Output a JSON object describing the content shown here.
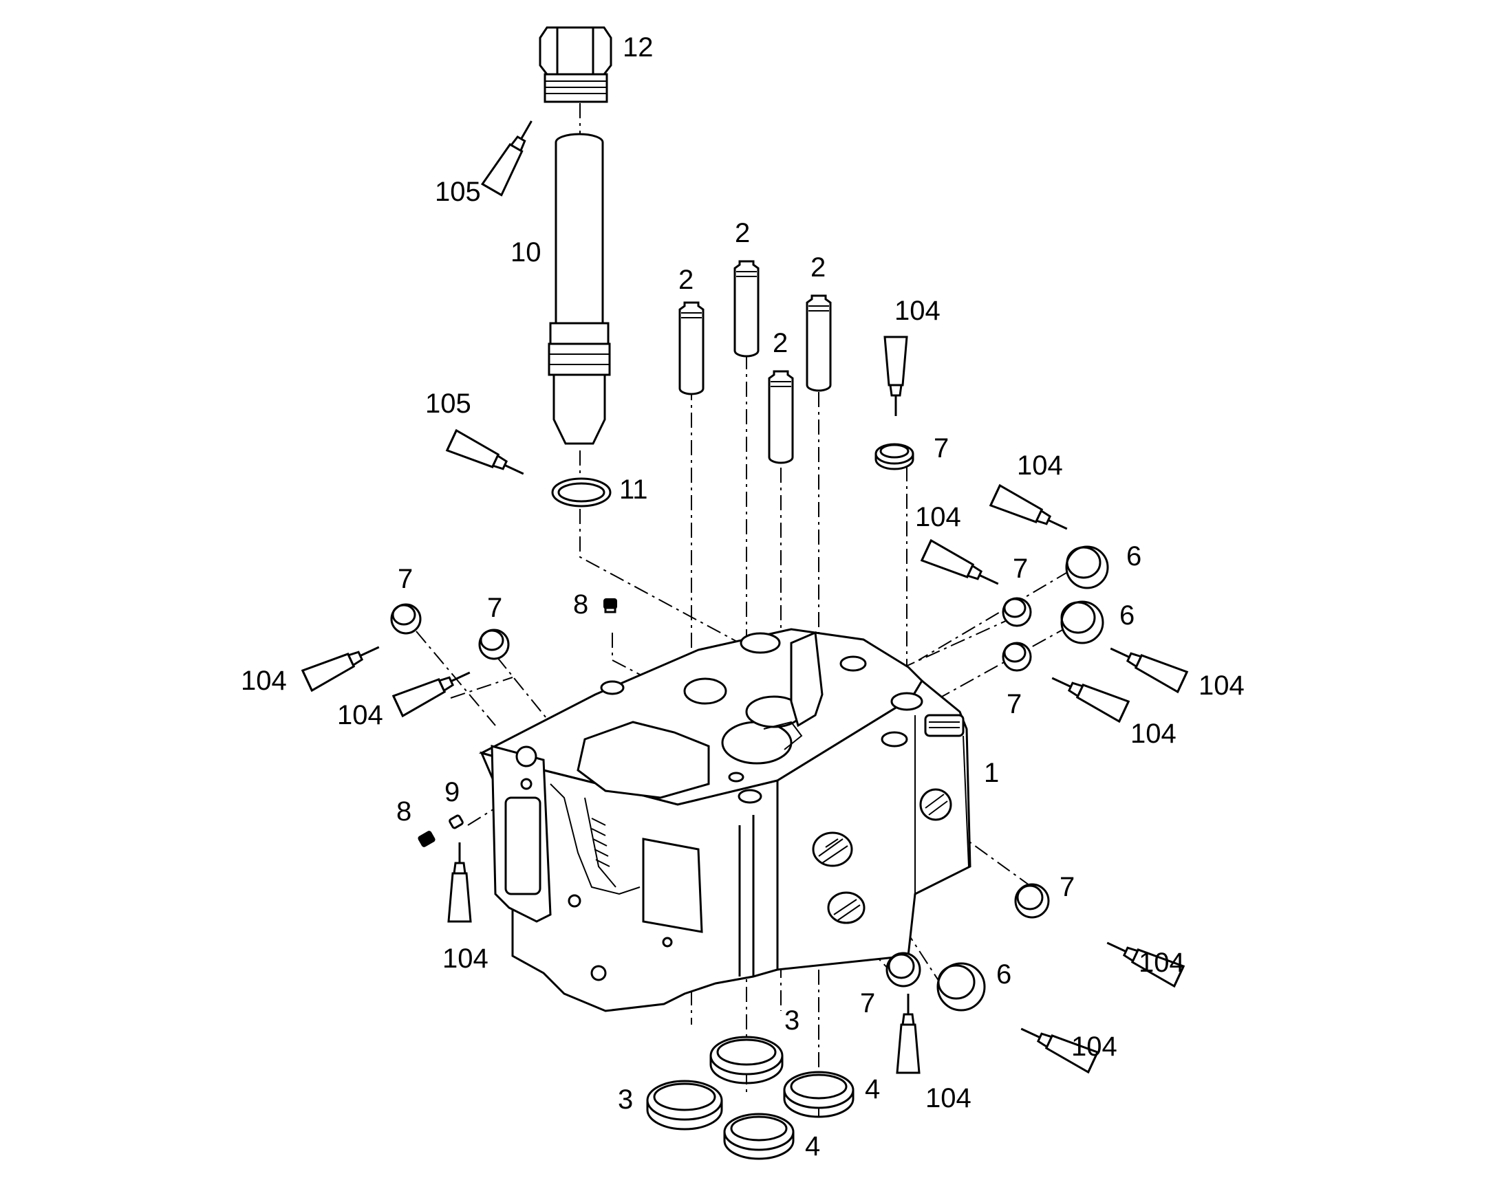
{
  "callouts": {
    "c12": "12",
    "c105a": "105",
    "c10": "10",
    "c105b": "105",
    "c11": "11",
    "c2a": "2",
    "c2b": "2",
    "c2c": "2",
    "c2d": "2",
    "c104a": "104",
    "c7a": "7",
    "c104b": "104",
    "c104c": "104",
    "c7b": "7",
    "c6a": "6",
    "c6b": "6",
    "c104d": "104",
    "c7c": "7",
    "c104e": "104",
    "c7d": "7",
    "c7e": "7",
    "c104f": "104",
    "c104g": "104",
    "c8a": "8",
    "c1": "1",
    "c8b": "8",
    "c9": "9",
    "c104h": "104",
    "c7f": "7",
    "c104i": "104",
    "c3a": "3",
    "c7g": "7",
    "c6c": "6",
    "c104j": "104",
    "c4a": "4",
    "c104k": "104",
    "c3b": "3",
    "c4b": "4"
  }
}
